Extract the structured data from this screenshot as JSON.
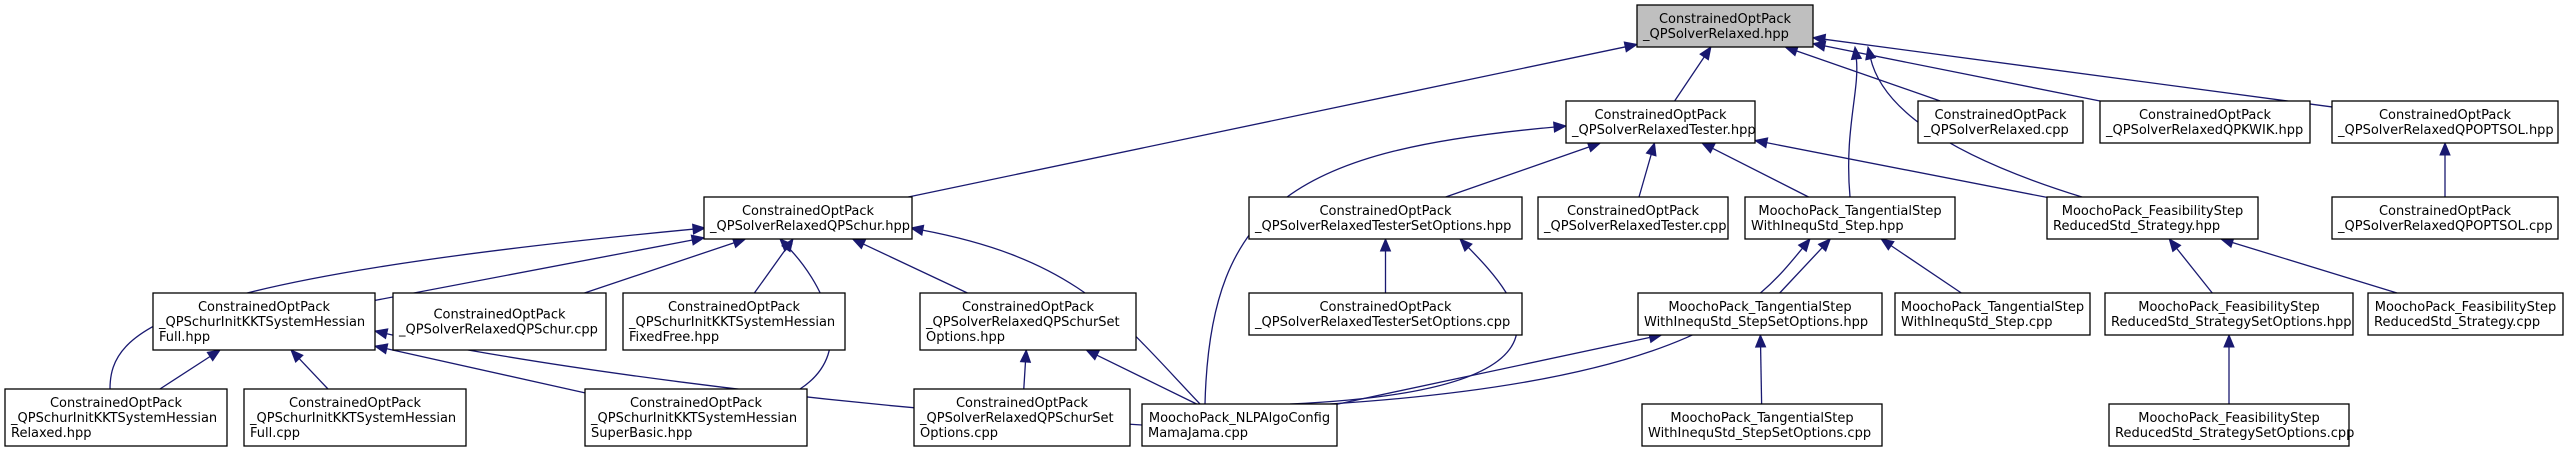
{
  "graph": {
    "nodes": [
      {
        "id": "root",
        "root": true,
        "lines": [
          "ConstrainedOptPack",
          "_QPSolverRelaxed.hpp"
        ]
      },
      {
        "id": "tester_hpp",
        "lines": [
          "ConstrainedOptPack",
          "_QPSolverRelaxedTester.hpp"
        ]
      },
      {
        "id": "relaxed_cpp",
        "lines": [
          "ConstrainedOptPack",
          "_QPSolverRelaxed.cpp"
        ]
      },
      {
        "id": "qpkwik_hpp",
        "lines": [
          "ConstrainedOptPack",
          "_QPSolverRelaxedQPKWIK.hpp"
        ]
      },
      {
        "id": "qpoptsol_hpp",
        "lines": [
          "ConstrainedOptPack",
          "_QPSolverRelaxedQPOPTSOL.hpp"
        ]
      },
      {
        "id": "qpschur_hpp",
        "lines": [
          "ConstrainedOptPack",
          "_QPSolverRelaxedQPSchur.hpp"
        ]
      },
      {
        "id": "tester_setopt_hpp",
        "lines": [
          "ConstrainedOptPack",
          "_QPSolverRelaxedTesterSetOptions.hpp"
        ]
      },
      {
        "id": "tester_cpp",
        "lines": [
          "ConstrainedOptPack",
          "_QPSolverRelaxedTester.cpp"
        ]
      },
      {
        "id": "tangential_hpp",
        "lines": [
          "MoochoPack_TangentialStep",
          "WithInequStd_Step.hpp"
        ]
      },
      {
        "id": "feasibility_hpp",
        "lines": [
          "MoochoPack_FeasibilityStep",
          "ReducedStd_Strategy.hpp"
        ]
      },
      {
        "id": "qpoptsol_cpp",
        "lines": [
          "ConstrainedOptPack",
          "_QPSolverRelaxedQPOPTSOL.cpp"
        ]
      },
      {
        "id": "schurinit_full_hpp",
        "lines": [
          "ConstrainedOptPack",
          "_QPSchurInitKKTSystemHessian",
          "Full.hpp"
        ]
      },
      {
        "id": "qpschur_cpp",
        "lines": [
          "ConstrainedOptPack",
          "_QPSolverRelaxedQPSchur.cpp"
        ]
      },
      {
        "id": "schurinit_fixedfree_hpp",
        "lines": [
          "ConstrainedOptPack",
          "_QPSchurInitKKTSystemHessian",
          "FixedFree.hpp"
        ]
      },
      {
        "id": "qpschur_setopt_hpp",
        "lines": [
          "ConstrainedOptPack",
          "_QPSolverRelaxedQPSchurSet",
          "Options.hpp"
        ]
      },
      {
        "id": "tester_setopt_cpp",
        "lines": [
          "ConstrainedOptPack",
          "_QPSolverRelaxedTesterSetOptions.cpp"
        ]
      },
      {
        "id": "tangential_setopt_hpp",
        "lines": [
          "MoochoPack_TangentialStep",
          "WithInequStd_StepSetOptions.hpp"
        ]
      },
      {
        "id": "tangential_cpp",
        "lines": [
          "MoochoPack_TangentialStep",
          "WithInequStd_Step.cpp"
        ]
      },
      {
        "id": "feasibility_setopt_hpp",
        "lines": [
          "MoochoPack_FeasibilityStep",
          "ReducedStd_StrategySetOptions.hpp"
        ]
      },
      {
        "id": "feasibility_cpp",
        "lines": [
          "MoochoPack_FeasibilityStep",
          "ReducedStd_Strategy.cpp"
        ]
      },
      {
        "id": "schurinit_relaxed_hpp",
        "lines": [
          "ConstrainedOptPack",
          "_QPSchurInitKKTSystemHessian",
          "Relaxed.hpp"
        ]
      },
      {
        "id": "schurinit_full_cpp",
        "lines": [
          "ConstrainedOptPack",
          "_QPSchurInitKKTSystemHessian",
          "Full.cpp"
        ]
      },
      {
        "id": "schurinit_superbasic_hpp",
        "lines": [
          "ConstrainedOptPack",
          "_QPSchurInitKKTSystemHessian",
          "SuperBasic.hpp"
        ]
      },
      {
        "id": "qpschur_setopt_cpp",
        "lines": [
          "ConstrainedOptPack",
          "_QPSolverRelaxedQPSchurSet",
          "Options.cpp"
        ]
      },
      {
        "id": "nlpalgo_cpp",
        "lines": [
          "MoochoPack_NLPAlgoConfig",
          "MamaJama.cpp"
        ]
      },
      {
        "id": "tangential_setopt_cpp",
        "lines": [
          "MoochoPack_TangentialStep",
          "WithInequStd_StepSetOptions.cpp"
        ]
      },
      {
        "id": "feasibility_setopt_cpp",
        "lines": [
          "MoochoPack_FeasibilityStep",
          "ReducedStd_StrategySetOptions.cpp"
        ]
      }
    ],
    "edges": [
      {
        "from": "tester_hpp",
        "to": "root"
      },
      {
        "from": "relaxed_cpp",
        "to": "root"
      },
      {
        "from": "qpkwik_hpp",
        "to": "root"
      },
      {
        "from": "qpoptsol_hpp",
        "to": "root"
      },
      {
        "from": "qpschur_hpp",
        "to": "root"
      },
      {
        "from": "tangential_hpp",
        "to": "root"
      },
      {
        "from": "feasibility_hpp",
        "to": "root"
      },
      {
        "from": "tester_setopt_hpp",
        "to": "tester_hpp"
      },
      {
        "from": "tester_cpp",
        "to": "tester_hpp"
      },
      {
        "from": "tangential_hpp",
        "to": "tester_hpp"
      },
      {
        "from": "feasibility_hpp",
        "to": "tester_hpp"
      },
      {
        "from": "nlpalgo_cpp",
        "to": "tester_hpp"
      },
      {
        "from": "qpoptsol_cpp",
        "to": "qpoptsol_hpp"
      },
      {
        "from": "schurinit_full_hpp",
        "to": "qpschur_hpp"
      },
      {
        "from": "qpschur_cpp",
        "to": "qpschur_hpp"
      },
      {
        "from": "schurinit_fixedfree_hpp",
        "to": "qpschur_hpp"
      },
      {
        "from": "qpschur_setopt_hpp",
        "to": "qpschur_hpp"
      },
      {
        "from": "schurinit_relaxed_hpp",
        "to": "qpschur_hpp"
      },
      {
        "from": "schurinit_superbasic_hpp",
        "to": "qpschur_hpp"
      },
      {
        "from": "nlpalgo_cpp",
        "to": "qpschur_hpp"
      },
      {
        "from": "tester_setopt_cpp",
        "to": "tester_setopt_hpp"
      },
      {
        "from": "nlpalgo_cpp",
        "to": "tester_setopt_hpp"
      },
      {
        "from": "tangential_setopt_hpp",
        "to": "tangential_hpp"
      },
      {
        "from": "tangential_cpp",
        "to": "tangential_hpp"
      },
      {
        "from": "nlpalgo_cpp",
        "to": "tangential_hpp"
      },
      {
        "from": "feasibility_setopt_hpp",
        "to": "feasibility_hpp"
      },
      {
        "from": "feasibility_cpp",
        "to": "feasibility_hpp"
      },
      {
        "from": "schurinit_relaxed_hpp",
        "to": "schurinit_full_hpp"
      },
      {
        "from": "schurinit_full_cpp",
        "to": "schurinit_full_hpp"
      },
      {
        "from": "schurinit_superbasic_hpp",
        "to": "schurinit_full_hpp"
      },
      {
        "from": "nlpalgo_cpp",
        "to": "schurinit_full_hpp"
      },
      {
        "from": "qpschur_setopt_cpp",
        "to": "qpschur_setopt_hpp"
      },
      {
        "from": "nlpalgo_cpp",
        "to": "qpschur_setopt_hpp"
      },
      {
        "from": "nlpalgo_cpp",
        "to": "tangential_setopt_hpp"
      },
      {
        "from": "tangential_setopt_cpp",
        "to": "tangential_setopt_hpp"
      },
      {
        "from": "feasibility_setopt_cpp",
        "to": "feasibility_setopt_hpp"
      }
    ]
  }
}
